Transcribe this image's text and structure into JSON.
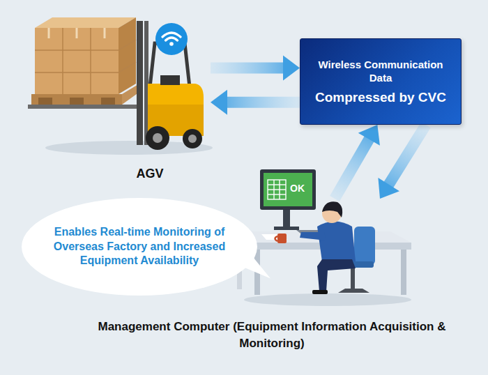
{
  "diagram": {
    "nodes": [
      {
        "text": [
          "AGV"
        ]
      },
      {
        "text": [
          "Wireless Communication Data",
          "Compressed by CVC"
        ]
      },
      {
        "text": [
          "Enables Real-time Monitoring of Overseas Factory and Increased Equipment Availability"
        ]
      },
      {
        "text": [
          "Management Computer (Equipment Information Acquisition & Monitoring)"
        ]
      }
    ],
    "edges": [
      {
        "from": 0,
        "to": 1,
        "arrow": "to"
      },
      {
        "from": 1,
        "to": 0,
        "arrow": "to"
      },
      {
        "from": 1,
        "to": 3,
        "arrow": "to"
      },
      {
        "from": 3,
        "to": 1,
        "arrow": "to"
      }
    ],
    "labels": [
      "OK"
    ]
  }
}
